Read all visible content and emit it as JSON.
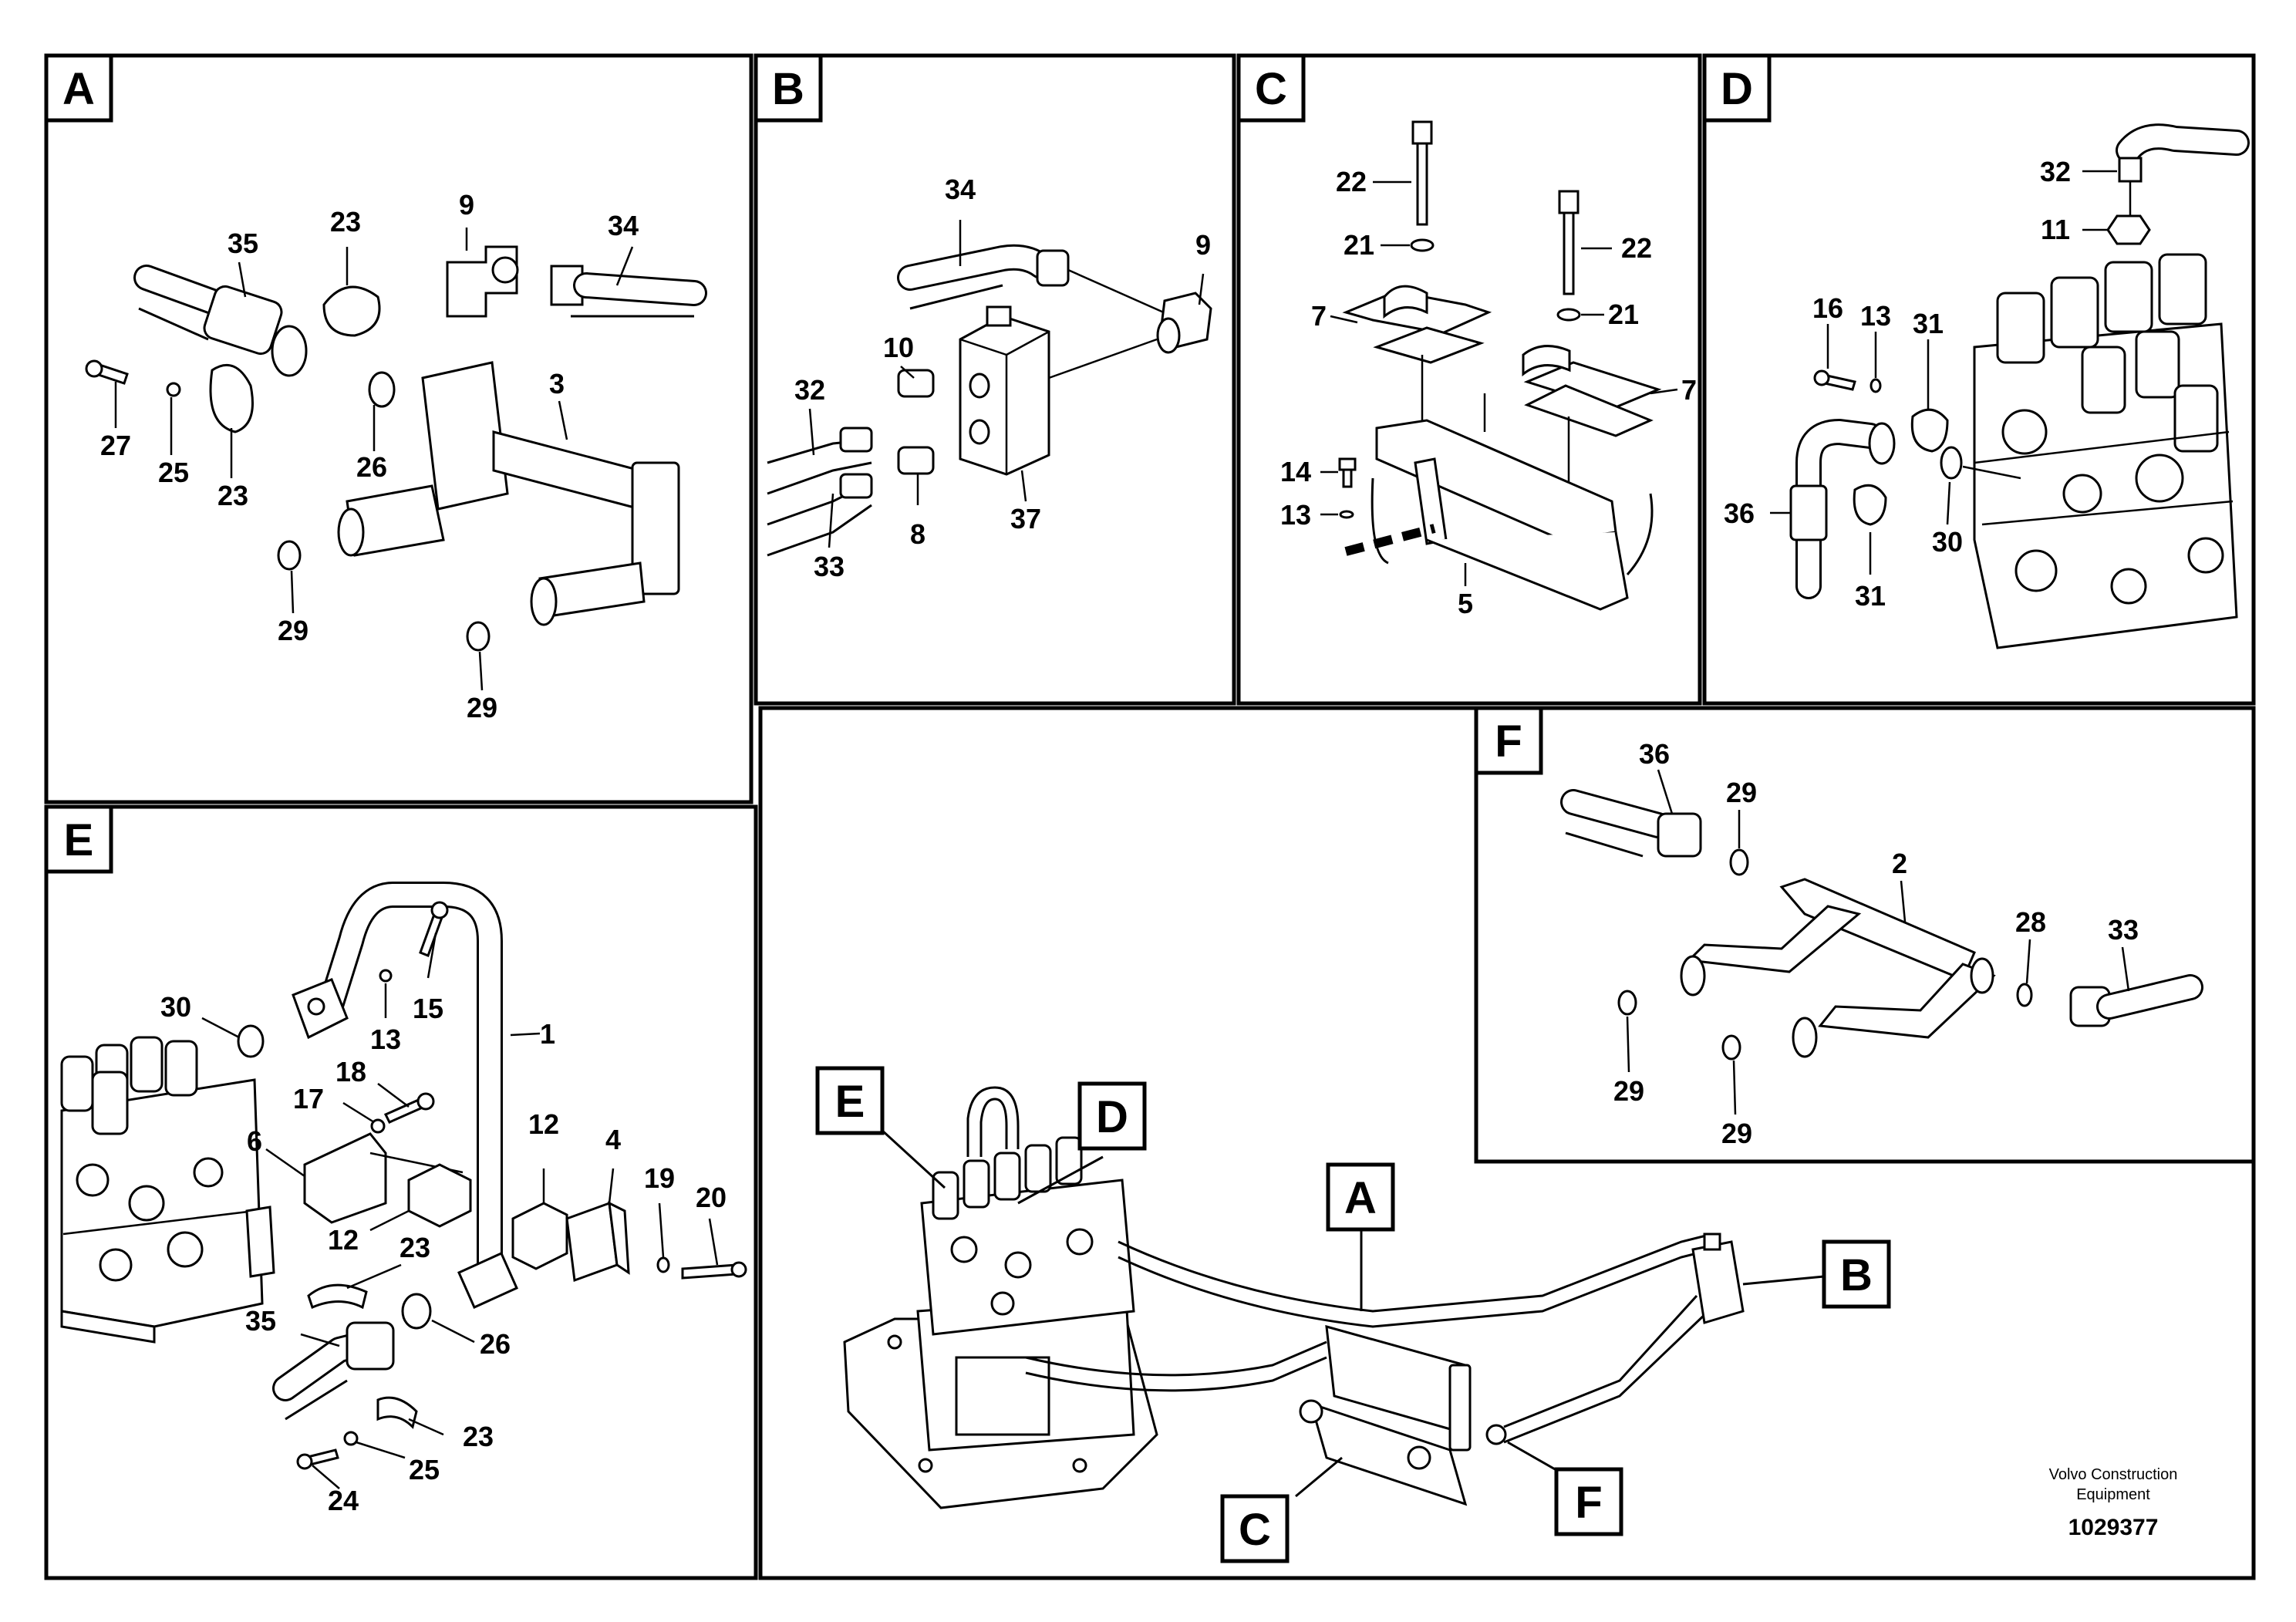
{
  "panels": {
    "A": {
      "letter": "A"
    },
    "B": {
      "letter": "B"
    },
    "C": {
      "letter": "C"
    },
    "D": {
      "letter": "D"
    },
    "E": {
      "letter": "E"
    },
    "F": {
      "letter": "F"
    }
  },
  "overview": {
    "callouts": {
      "A": "A",
      "B": "B",
      "C": "C",
      "D": "D",
      "E": "E",
      "F": "F"
    }
  },
  "labels": {
    "A": [
      "35",
      "23",
      "9",
      "34",
      "3",
      "27",
      "25",
      "23",
      "26",
      "29",
      "29"
    ],
    "B": [
      "34",
      "9",
      "10",
      "32",
      "33",
      "8",
      "37"
    ],
    "C": [
      "22",
      "21",
      "22",
      "21",
      "7",
      "7",
      "14",
      "13",
      "5"
    ],
    "D": [
      "32",
      "11",
      "16",
      "13",
      "31",
      "36",
      "30",
      "31"
    ],
    "E": [
      "30",
      "15",
      "13",
      "1",
      "18",
      "17",
      "6",
      "12",
      "4",
      "19",
      "20",
      "12",
      "23",
      "35",
      "26",
      "23",
      "25",
      "24"
    ],
    "F": [
      "36",
      "29",
      "2",
      "28",
      "33",
      "29",
      "29"
    ]
  },
  "footer": {
    "brand_line1": "Volvo Construction",
    "brand_line2": "Equipment",
    "doc_number": "1029377"
  }
}
